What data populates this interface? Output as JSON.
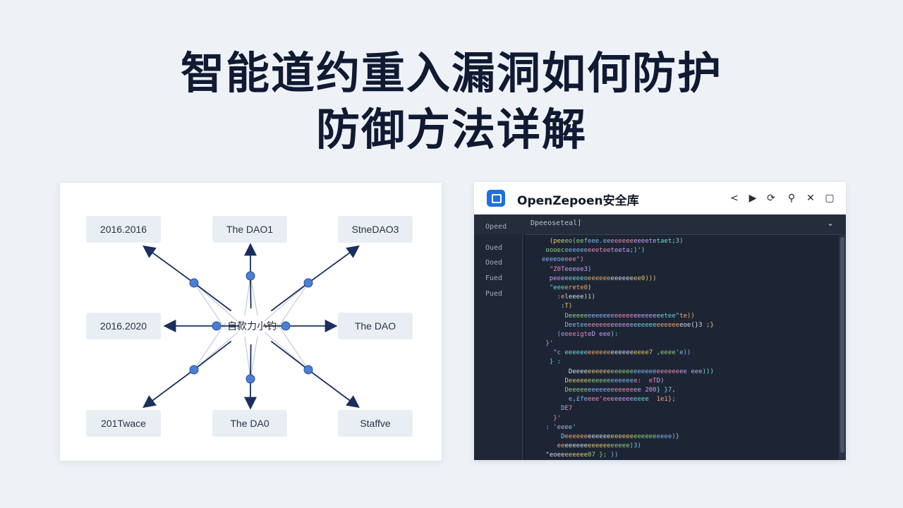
{
  "title": {
    "line1": "智能道约重入漏洞如何防护",
    "line2": "防御方法详解"
  },
  "diagram": {
    "center_label": "自款力小钓",
    "nodes": {
      "top_left": "2016.2016",
      "top_center": "The DAO1",
      "top_right": "StneDAO3",
      "mid_left": "2016.2020",
      "mid_right": "The DAO",
      "bottom_left": "201Twace",
      "bottom_center": "The DA0",
      "bottom_right": "Staffve"
    },
    "colors": {
      "arrow": "#1b2f5e",
      "dot": "#4a7fd6",
      "box": "#e9eef5"
    }
  },
  "editor": {
    "app_title": "OpenZepoen安全库",
    "header_buttons": [
      "<",
      "▶",
      "⟳",
      "⚲",
      "✕",
      "▢"
    ],
    "toolbar_tab": "Dpeeoseteal]",
    "toolbar_chevron": "⌄",
    "sidebar_first": "Opeed",
    "sidebar_items": [
      "Oued",
      "Ooed",
      "Fued",
      "Pued"
    ],
    "code_lines": [
      "  (peeeo(eefeee.eeeeeeeeeeeetetaet;3)",
      " oooeceeeeeeeeeteeteeta;)')",
      "eeeeoeeee\")",
      "  \"Z0Teeeee3)",
      "  peeeeeeeeoeeeeeeeeeeeeee0)))",
      "  \"eeeerete0)",
      "    :eleeee)1)",
      "     :T)",
      "      Deeeeeeeeeeeeeeeeeeeeeeeeetee\"te))",
      "      Deeteeeeeeeeeeeeeeeeeeeeeeeeeeeoe(}3 ;}",
      "    (eeeeigteD eee):",
      " }'",
      "   \"c eeeeeeeeeeeeeeeeeeeeee7 ,eeee'e))",
      "  } :",
      "       Deeeeeeeeeeeeeeeeeeeeeeeeeeeeee eee)))",
      "      Deeeeeeeeeeeeeeeeee:  eTD)",
      "      Deeeeeeeeeeeeeeeeeee 200} }7,",
      "       e,£feeee'eeeeeeeeeeee  1e1};",
      "     DE7",
      "   }'",
      " : 'eeee'",
      "     Deeeeeeeeeeeeeeeeeeeeeeeeeeee)}",
      "    eeeeeeeeeeeeeeeeeee)3)",
      " \"eoeeeeeeee07 }; ))"
    ],
    "code_colors": [
      "#e3c86b",
      "#8fd07a",
      "#7fb6f0",
      "#e98ab2",
      "#c3a0f0",
      "#6fd6d6",
      "#f0a86a",
      "#d7dde8"
    ]
  }
}
